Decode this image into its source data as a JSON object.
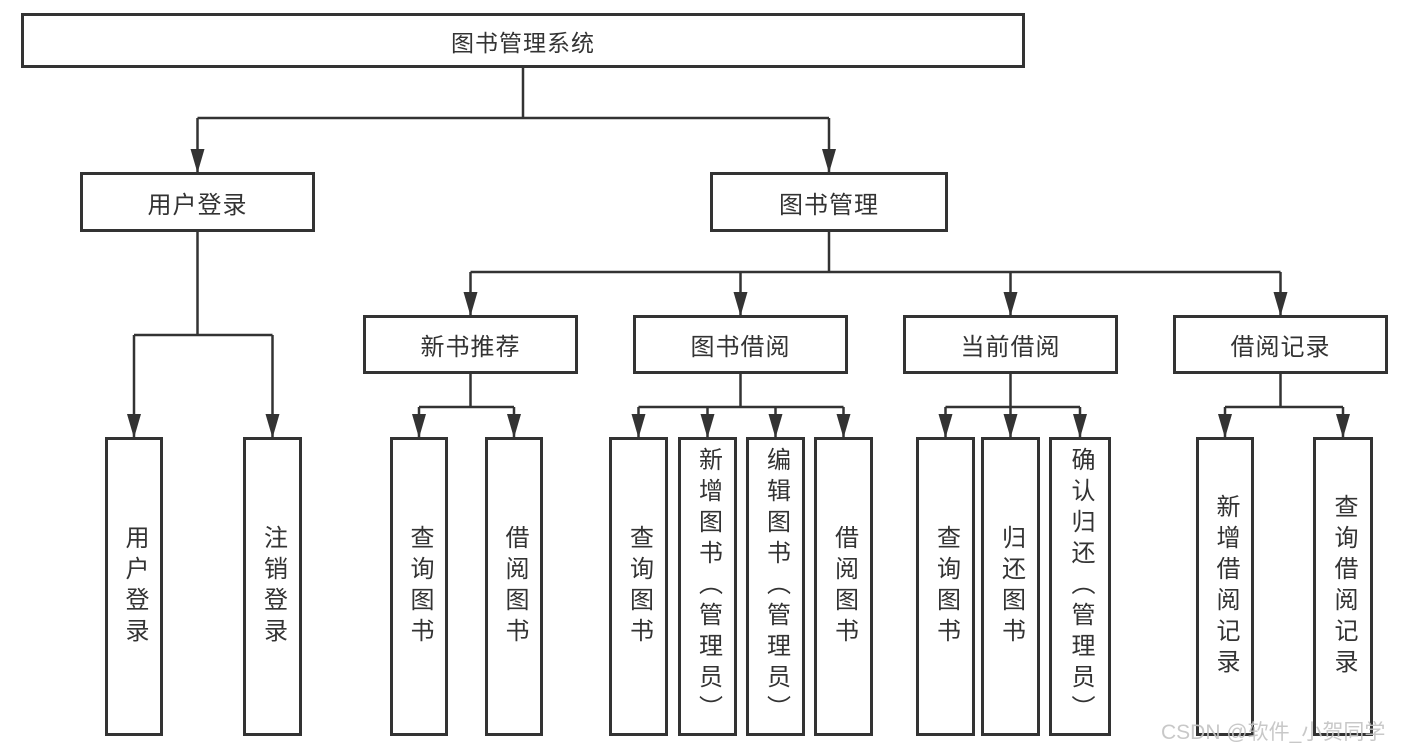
{
  "diagram": {
    "root": {
      "label": "图书管理系统"
    },
    "branches": [
      {
        "label": "用户登录",
        "children": [
          {
            "label": "用户登录"
          },
          {
            "label": "注销登录"
          }
        ]
      },
      {
        "label": "图书管理",
        "children": [
          {
            "label": "新书推荐",
            "children": [
              {
                "label": "查询图书"
              },
              {
                "label": "借阅图书"
              }
            ]
          },
          {
            "label": "图书借阅",
            "children": [
              {
                "label": "查询图书"
              },
              {
                "label": "新增图书（管理员）"
              },
              {
                "label": "编辑图书（管理员）"
              },
              {
                "label": "借阅图书"
              }
            ]
          },
          {
            "label": "当前借阅",
            "children": [
              {
                "label": "查询图书"
              },
              {
                "label": "归还图书"
              },
              {
                "label": "确认归还（管理员）"
              }
            ]
          },
          {
            "label": "借阅记录",
            "children": [
              {
                "label": "新增借阅记录"
              },
              {
                "label": "查询借阅记录"
              }
            ]
          }
        ]
      }
    ]
  },
  "watermark": {
    "text": "CSDN @软件_小贺同学"
  },
  "colors": {
    "line": "#333333",
    "text": "#333333",
    "box_fill": "#ffffff",
    "watermark": "#c4c4c4"
  }
}
